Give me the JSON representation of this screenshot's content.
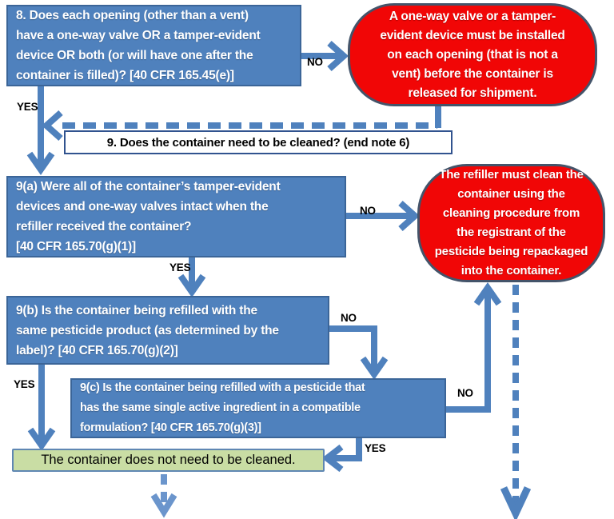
{
  "colors": {
    "background": "#ffffff",
    "blue_fill": "#4f81bd",
    "blue_border": "#3b6598",
    "red_fill": "#f10606",
    "red_border": "#44546a",
    "white_box_border": "#31538f",
    "green_fill": "#c9dda4",
    "green_border": "#5f87b3",
    "arrow": "#4f81bd",
    "arrow_light": "#6b95cc",
    "label_color": "#000000"
  },
  "boxes": {
    "q8": {
      "text": "8. Does each opening (other than a vent)\nhave a one-way valve OR a tamper-evident\ndevice OR both (or will have one after the\ncontainer is filled)?  [40 CFR 165.45(e)]"
    },
    "warn_install": {
      "text": "A one-way valve or a tamper-\nevident device must be installed\non each opening (that is not a\nvent) before the container is\nreleased for shipment."
    },
    "q9": {
      "text": "9. Does the container need to be cleaned? (end note 6)"
    },
    "q9a": {
      "text": "9(a) Were all of the container’s tamper-evident\ndevices and  one-way valves intact when the\nrefiller received the container?\n[40 CFR 165.70(g)(1)]"
    },
    "warn_clean": {
      "text": "The refiller must clean the\ncontainer using the\ncleaning procedure from\nthe registrant of the\npesticide being repackaged\ninto the container."
    },
    "q9b": {
      "text": "9(b) Is the container being refilled with the\nsame pesticide product (as determined by the\nlabel)? [40 CFR 165.70(g)(2)]"
    },
    "q9c": {
      "text": "9(c)  Is the container being refilled with a pesticide that\nhas the same single active ingredient in a compatible\nformulation? [40 CFR 165.70(g)(3)]"
    },
    "no_clean": {
      "text": "The container does not need to be cleaned."
    }
  },
  "labels": {
    "q8_yes": "YES",
    "q8_no": "NO",
    "q9a_yes": "YES",
    "q9a_no": "NO",
    "q9b_yes": "YES",
    "q9b_no": "NO",
    "q9c_yes": "YES",
    "q9c_no": "NO"
  }
}
